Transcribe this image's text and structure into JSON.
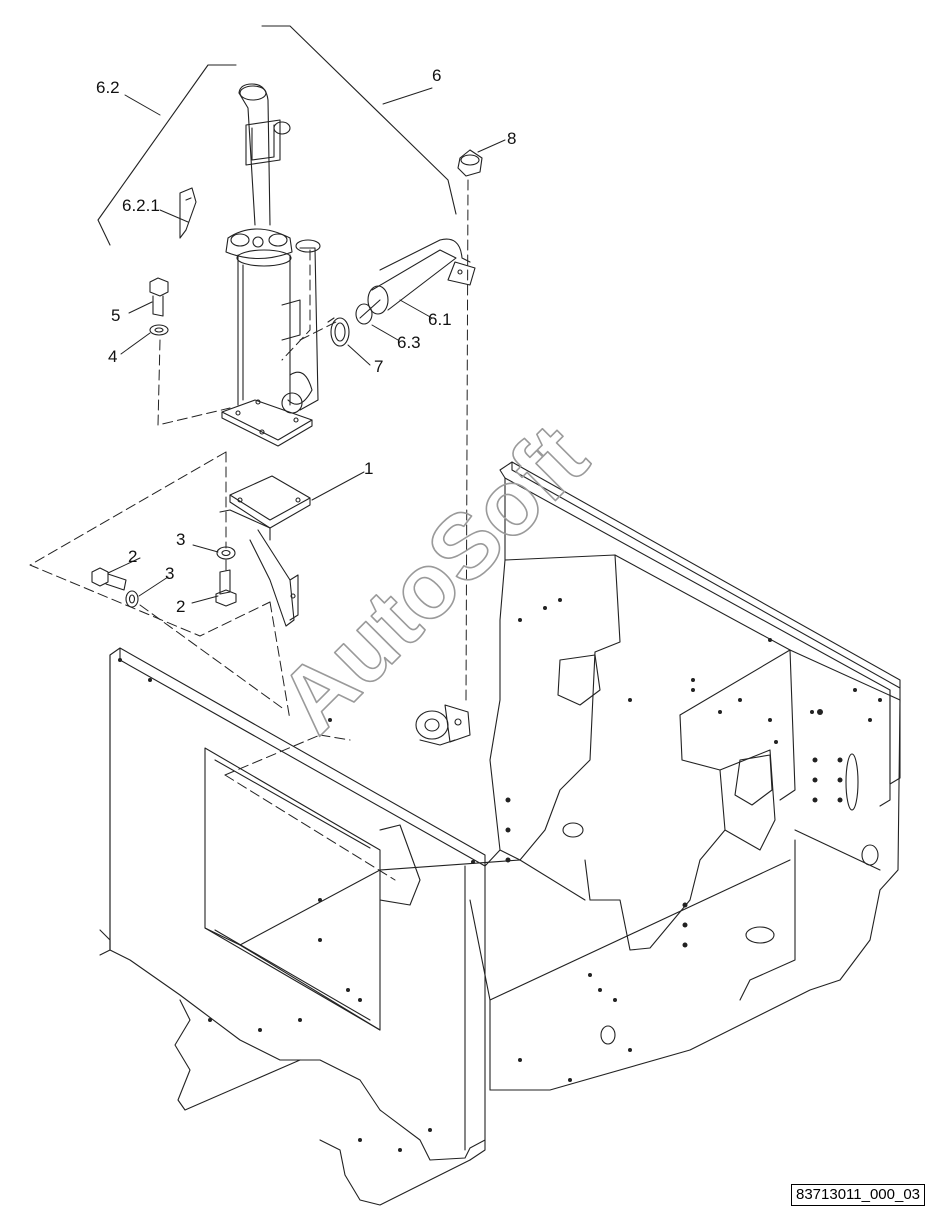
{
  "diagram": {
    "callouts": {
      "c1": "1",
      "c2a": "2",
      "c2b": "2",
      "c3a": "3",
      "c3b": "3",
      "c4": "4",
      "c5": "5",
      "c6": "6",
      "c6_1": "6.1",
      "c6_2": "6.2",
      "c6_2_1": "6.2.1",
      "c6_3": "6.3",
      "c7": "7",
      "c8": "8"
    },
    "watermark": "AutoSoft",
    "reference_code": "83713011_000_03"
  }
}
